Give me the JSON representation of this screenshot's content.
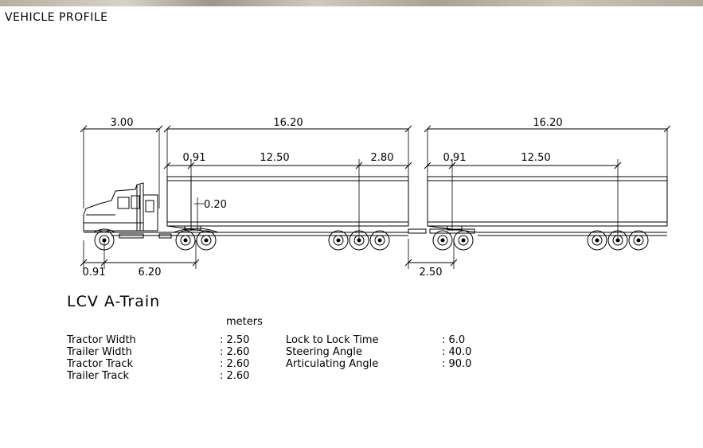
{
  "header": {
    "title": "VEHICLE PROFILE"
  },
  "dimensions": {
    "cab_length": "3.00",
    "trailer1_length": "16.20",
    "trailer2_length": "16.20",
    "trailer1_front_offset": "0.91",
    "trailer1_kingpin_to_axle": "12.50",
    "trailer1_rear_overhang": "2.80",
    "trailer2_front_offset": "0.91",
    "trailer2_kingpin_to_axle": "12.50",
    "fifth_wheel_offset": "0.20",
    "front_overhang": "0.91",
    "tractor_wheelbase": "6.20",
    "dolly_length": "2.50"
  },
  "vehicle": {
    "name": "LCV A-Train"
  },
  "specs": {
    "units_label": "meters",
    "left": [
      {
        "label": "Tractor Width",
        "value": ": 2.50"
      },
      {
        "label": "Trailer Width",
        "value": ": 2.60"
      },
      {
        "label": "Tractor Track",
        "value": ": 2.60"
      },
      {
        "label": "Trailer Track",
        "value": ": 2.60"
      }
    ],
    "right": [
      {
        "label": "Lock to Lock Time",
        "value": ": 6.0"
      },
      {
        "label": "Steering Angle",
        "value": ": 40.0"
      },
      {
        "label": "Articulating Angle",
        "value": ": 90.0"
      }
    ]
  }
}
